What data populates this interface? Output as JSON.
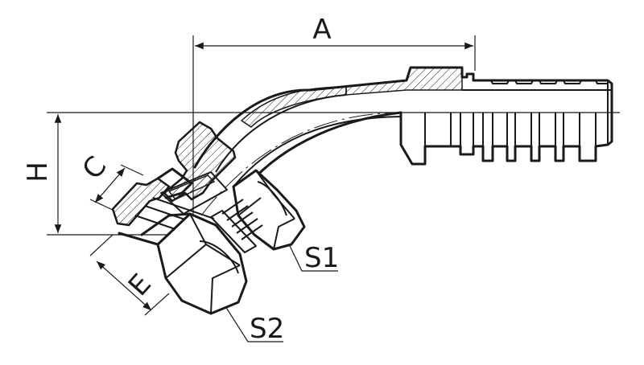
{
  "labels": {
    "a": "A",
    "h": "H",
    "c": "C",
    "e": "E",
    "s1": "S1",
    "s2": "S2"
  }
}
